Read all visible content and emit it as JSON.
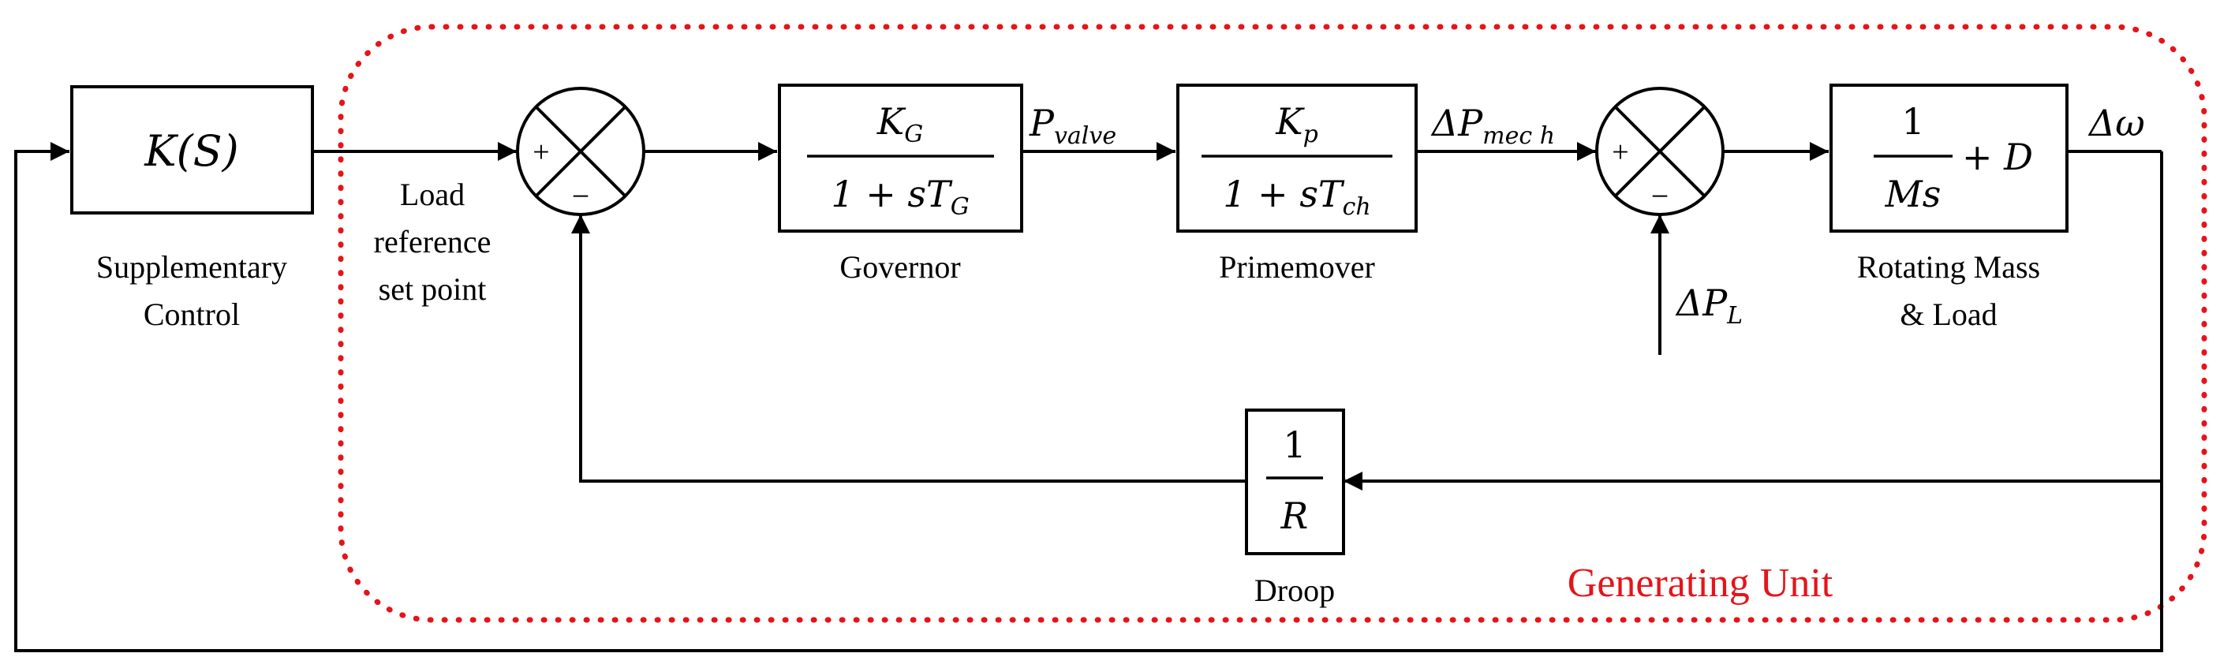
{
  "diagram": {
    "supplementary": {
      "block": "K(S)",
      "caption_1": "Supplementary",
      "caption_2": "Control"
    },
    "load_reference": {
      "line_1": "Load",
      "line_2": "reference",
      "line_3": "set point"
    },
    "summer1": {
      "plus": "+",
      "minus": "−"
    },
    "governor": {
      "num_base": "K",
      "num_sub": "G",
      "den_base": "1 + sT",
      "den_sub": "G",
      "caption": "Governor"
    },
    "pvalve": {
      "base": "P",
      "sub": "valve"
    },
    "primemover": {
      "num_base": "K",
      "num_sub": "p",
      "den_base": "1 + sT",
      "den_sub": "ch",
      "caption": "Primemover"
    },
    "pmech": {
      "base": "ΔP",
      "sub": "mec h"
    },
    "summer2": {
      "plus": "+",
      "minus": "−"
    },
    "pload": {
      "base": "ΔP",
      "sub": "L"
    },
    "rotating": {
      "num": "1",
      "den": "Ms",
      "plus_d": "+ D",
      "caption_1": "Rotating Mass",
      "caption_2": "& Load"
    },
    "omega": "Δω",
    "droop": {
      "num": "1",
      "den": "R",
      "caption": "Droop"
    },
    "generating_unit": {
      "label": "Generating Unit",
      "color": "#e5141a"
    }
  }
}
